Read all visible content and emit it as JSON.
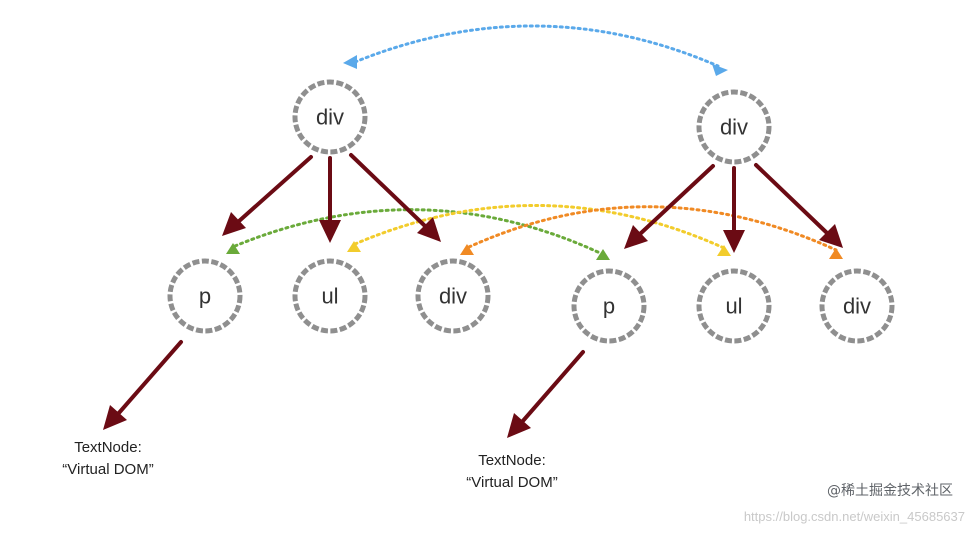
{
  "diagram": {
    "trees": [
      {
        "root": {
          "id": "l-root",
          "label": "div"
        },
        "children": [
          {
            "id": "l-p",
            "label": "p"
          },
          {
            "id": "l-ul",
            "label": "ul"
          },
          {
            "id": "l-div",
            "label": "div"
          }
        ],
        "text_node": {
          "line1": "TextNode:",
          "line2": "“Virtual DOM”"
        }
      },
      {
        "root": {
          "id": "r-root",
          "label": "div"
        },
        "children": [
          {
            "id": "r-p",
            "label": "p"
          },
          {
            "id": "r-ul",
            "label": "ul"
          },
          {
            "id": "r-div",
            "label": "div"
          }
        ],
        "text_node": {
          "line1": "TextNode:",
          "line2": "“Virtual DOM”"
        }
      }
    ],
    "comparisons": [
      {
        "from": "l-root",
        "to": "r-root",
        "color": "#5aa9ea"
      },
      {
        "from": "l-p",
        "to": "r-p",
        "color": "#6aaa3a"
      },
      {
        "from": "l-ul",
        "to": "r-ul",
        "color": "#f2cc2c"
      },
      {
        "from": "l-div",
        "to": "r-div",
        "color": "#f08a24"
      }
    ],
    "edge_color": "#6b0b14"
  },
  "watermark": {
    "brand": "@稀土掘金技术社区",
    "url": "https://blog.csdn.net/weixin_45685637"
  }
}
